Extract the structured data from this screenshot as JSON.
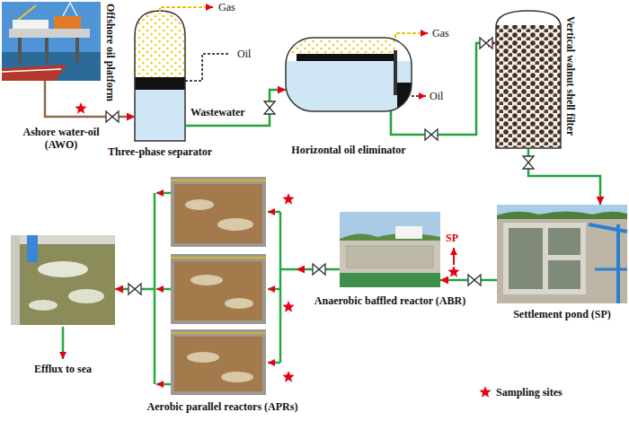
{
  "diagram": {
    "nodes": [
      {
        "text": [
          "Offshore oil platform"
        ]
      },
      {
        "text": [
          "Three-phase separator"
        ]
      },
      {
        "text": [
          "Horizontal oil eliminator"
        ]
      },
      {
        "text": [
          "Vertical walnut shell filter"
        ]
      },
      {
        "text": [
          "Settlement pond (SP)"
        ]
      },
      {
        "text": [
          "Anaerobic baffled reactor (ABR)"
        ]
      },
      {
        "text": [
          "Aerobic parallel reactors (APRs)"
        ]
      },
      {
        "text": [
          "Efflux to sea"
        ]
      }
    ],
    "edges": [
      {
        "from": 0,
        "to": 1,
        "arrow": "to"
      },
      {
        "from": 1,
        "to": 2,
        "arrow": "to",
        "label": "Wastewater"
      },
      {
        "from": 2,
        "to": 3,
        "arrow": "to"
      },
      {
        "from": 3,
        "to": 4,
        "arrow": "to"
      },
      {
        "from": 4,
        "to": 5,
        "arrow": "to"
      },
      {
        "from": 5,
        "to": 6,
        "arrow": "to"
      },
      {
        "from": 6,
        "to": 7,
        "arrow": "to"
      }
    ],
    "labels": [
      "Ashore water-oil (AWO)",
      "Gas",
      "Oil",
      "Gas",
      "Oil",
      "SP"
    ],
    "legend": [
      {
        "text": "Sampling sites"
      }
    ]
  }
}
